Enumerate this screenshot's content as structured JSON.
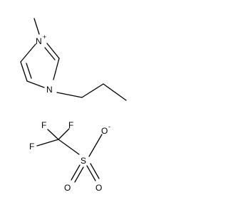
{
  "cation": {
    "atoms": {
      "n_methyl": "N",
      "n_methyl_charge": "+",
      "n_propyl": "N"
    }
  },
  "anion": {
    "atoms": {
      "f_upper_left": "F",
      "f_upper_right": "F",
      "f_left": "F",
      "sulfur": "S",
      "o_anionic": "O",
      "o_anionic_charge": "-",
      "o_lower_left": "O",
      "o_lower_right": "O"
    }
  },
  "colors": {
    "line": "#000000",
    "background": "#ffffff"
  }
}
